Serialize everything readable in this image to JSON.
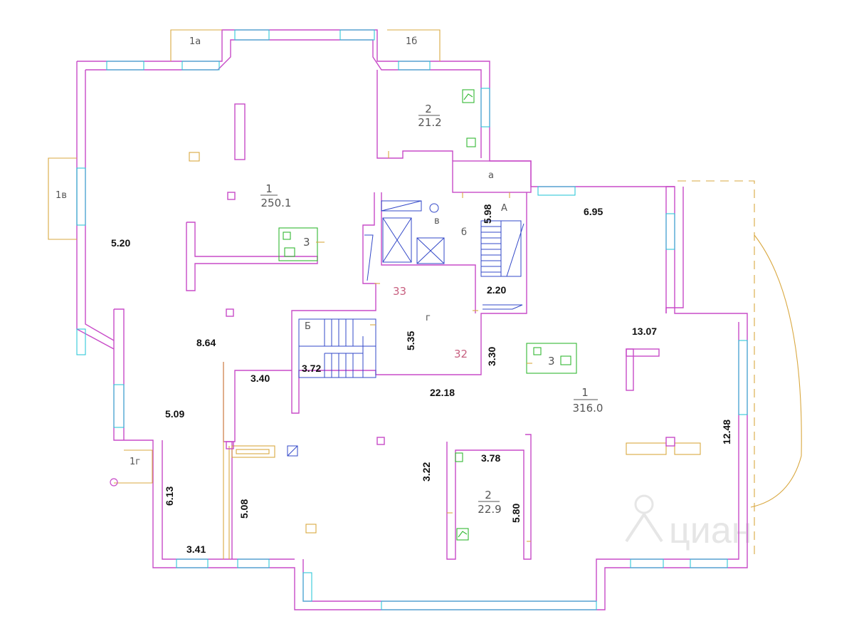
{
  "rooms": {
    "big_left": {
      "num": "1",
      "area": "250.1"
    },
    "big_right": {
      "num": "1",
      "area": "316.0"
    },
    "office_top": {
      "num": "2",
      "area": "21.2"
    },
    "office_bottom": {
      "num": "2",
      "area": "22.9"
    },
    "wc_left": {
      "num": "3"
    },
    "wc_right": {
      "num": "3"
    }
  },
  "zones": {
    "z1a": "1а",
    "z1b": "1б",
    "z1v": "1в",
    "z1g": "1г",
    "za": "а",
    "zb": "б",
    "zv": "в",
    "zg": "г",
    "stair_A": "А",
    "stair_B": "Б",
    "n33": "33",
    "n32": "32"
  },
  "dimensions": {
    "d520": "5.20",
    "d864": "8.64",
    "d509": "5.09",
    "d613": "6.13",
    "d341": "3.41",
    "d508": "5.08",
    "d340": "3.40",
    "d372": "3.72",
    "d535": "5.35",
    "d598": "5.98",
    "d220": "2.20",
    "d330": "3.30",
    "d695": "6.95",
    "d1307": "13.07",
    "d2218": "22.18",
    "d322": "3.22",
    "d378": "3.78",
    "d580": "5.80",
    "d1248": "12.48"
  },
  "watermark": "циан",
  "colors": {
    "walls": "#c84bc8",
    "windows": "#30c8d8",
    "fixtures": "#d9a840",
    "plumbing": "#33b833",
    "stairs": "#3348c8"
  }
}
